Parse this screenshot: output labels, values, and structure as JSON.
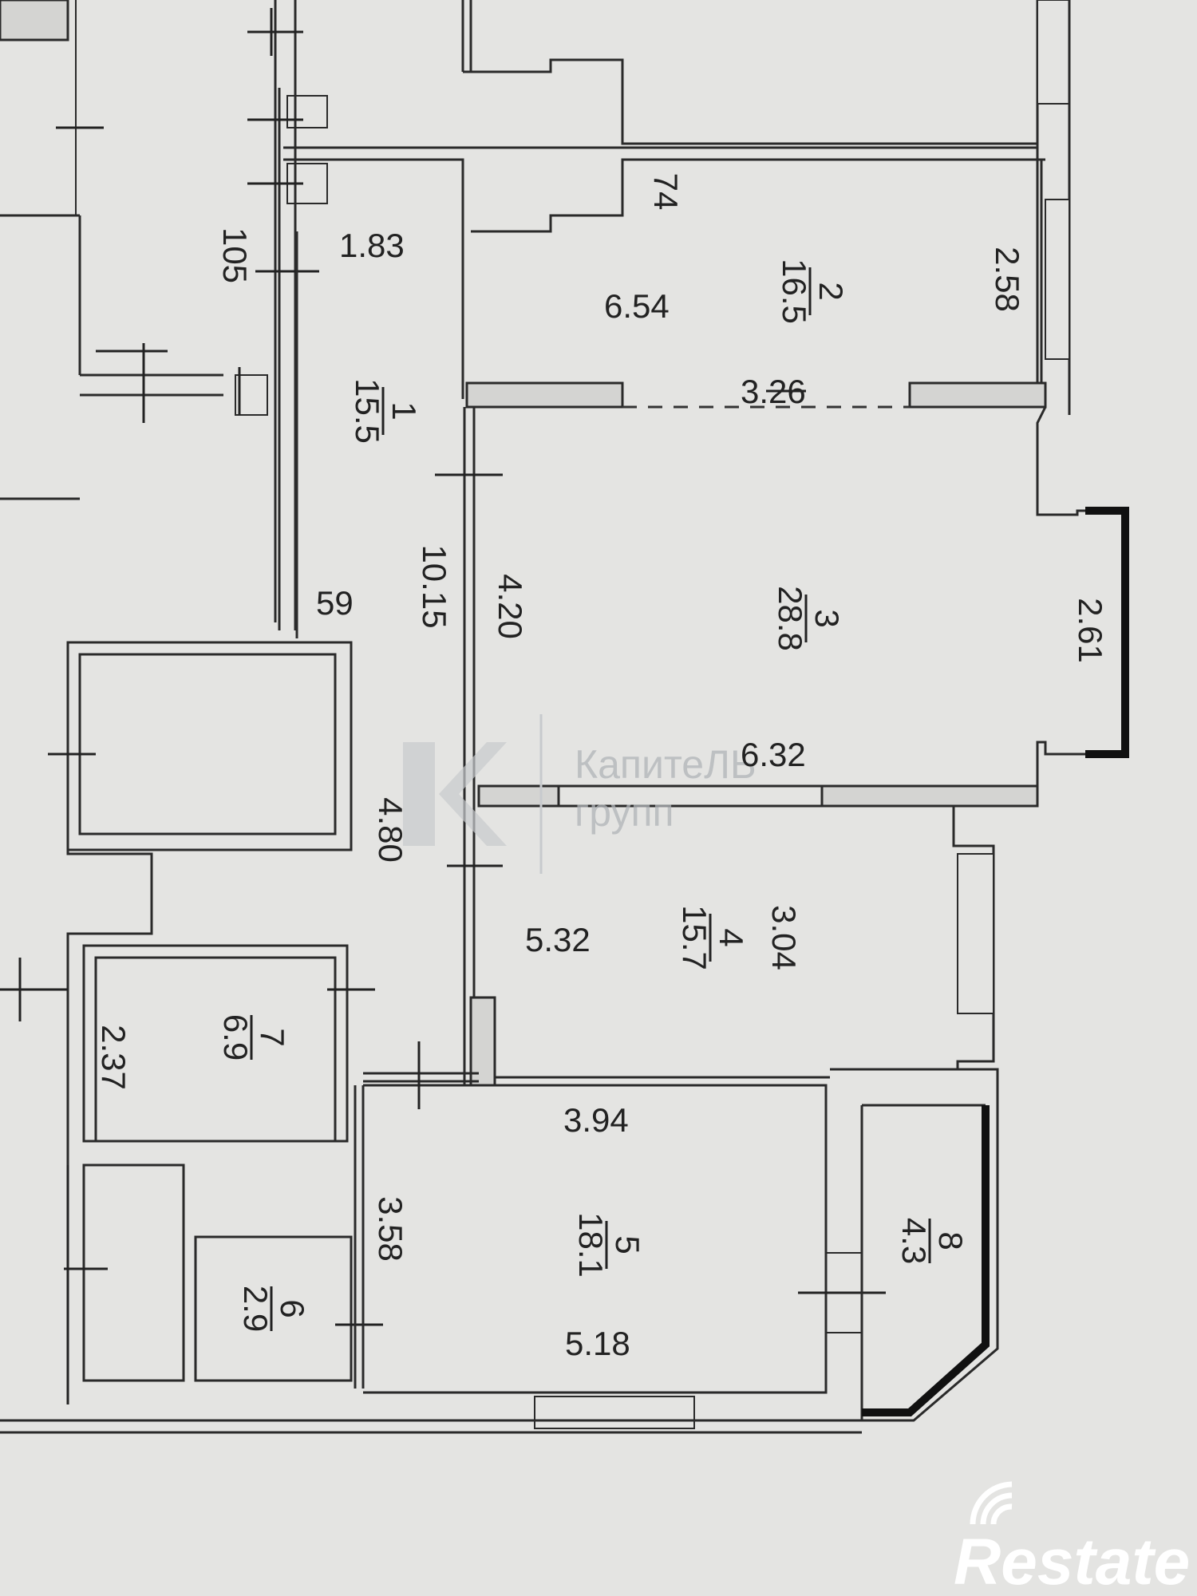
{
  "rooms": [
    {
      "number": "1",
      "area": "15.5"
    },
    {
      "number": "2",
      "area": "16.5"
    },
    {
      "number": "3",
      "area": "28.8"
    },
    {
      "number": "4",
      "area": "15.7"
    },
    {
      "number": "5",
      "area": "18.1"
    },
    {
      "number": "6",
      "area": "2.9"
    },
    {
      "number": "7",
      "area": "6.9"
    },
    {
      "number": "8",
      "area": "4.3"
    }
  ],
  "dimensions": {
    "d_105": "105",
    "d_183": "1.83",
    "d_74": "74",
    "d_654": "6.54",
    "d_258": "2.58",
    "d_326": "3.26",
    "d_59": "59",
    "d_1015": "10.15",
    "d_420": "4.20",
    "d_261": "2.61",
    "d_632": "6.32",
    "d_480": "4.80",
    "d_532": "5.32",
    "d_304": "3.04",
    "d_237": "2.37",
    "d_394": "3.94",
    "d_358": "3.58",
    "d_518": "5.18"
  },
  "watermark": {
    "line1": "КапитеЛЬ",
    "line2": "групп"
  },
  "logo": {
    "text": "Restate"
  }
}
